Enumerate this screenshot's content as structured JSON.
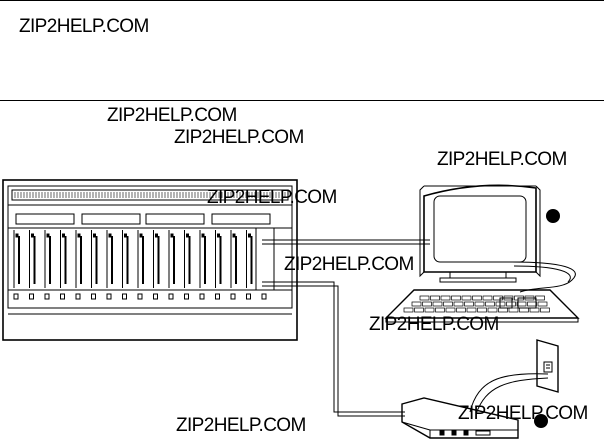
{
  "page": {
    "watermarks": [
      "ZIP2HELP.COM",
      "ZIP2HELP.COM",
      "ZIP2HELP.COM",
      "ZIP2HELP.COM",
      "ZIP2HELP.COM",
      "ZIP2HELP.COM",
      "ZIP2HELP.COM",
      "ZIP2HELP.COM",
      "ZIP2HELP.COM"
    ]
  },
  "diagram": {
    "components": [
      "system-chassis",
      "terminal-monitor",
      "keyboard",
      "modem",
      "wall-phone-jack"
    ],
    "connections": [
      {
        "from": "system-chassis",
        "to": "terminal-monitor"
      },
      {
        "from": "system-chassis",
        "to": "modem"
      },
      {
        "from": "modem",
        "to": "wall-phone-jack"
      },
      {
        "from": "terminal-monitor",
        "to": "keyboard"
      }
    ],
    "callout_markers": 2,
    "colors": {
      "line": "#000000",
      "background": "#ffffff"
    }
  }
}
